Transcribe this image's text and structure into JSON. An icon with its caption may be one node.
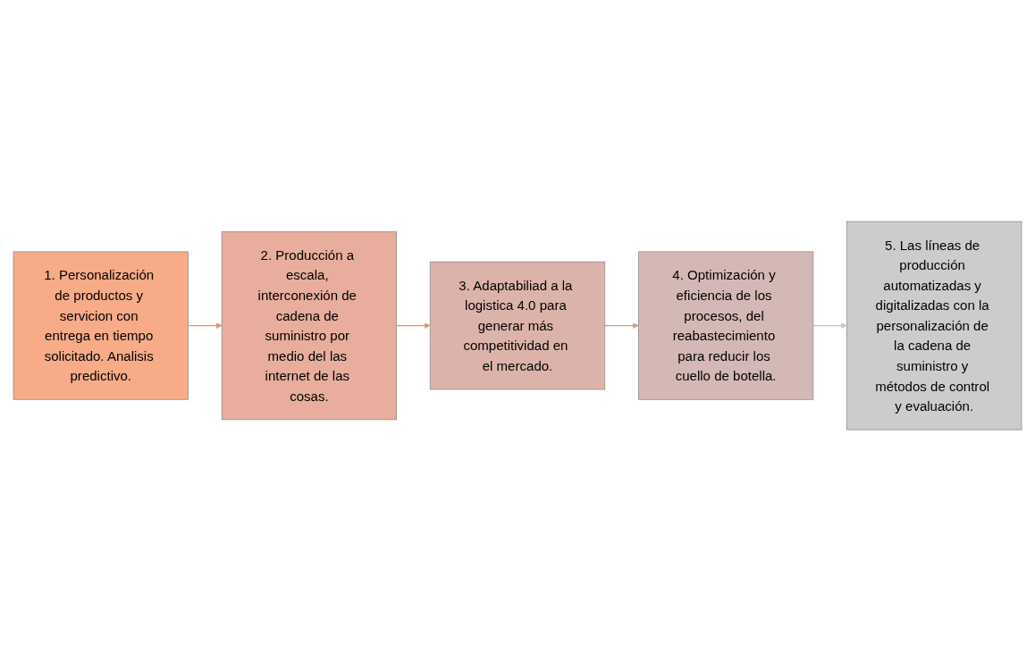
{
  "diagram": {
    "nodes": [
      {
        "text": [
          "1. Personalización de productos y servicion con entrega en tiempo solicitado. Analisis predictivo."
        ]
      },
      {
        "text": [
          "2. Producción a escala, interconexión de cadena de suministro por medio del las internet de las cosas."
        ]
      },
      {
        "text": [
          "3. Adaptabiliad a la logistica 4.0 para generar más competitividad en el mercado."
        ]
      },
      {
        "text": [
          "4. Optimización y eficiencia de los procesos, del reabastecimiento para reducir los cuello de botella."
        ]
      },
      {
        "text": [
          "5. Las líneas de producción automatizadas y digitalizadas con la personalización de la cadena de suministro y métodos de control y evaluación."
        ]
      }
    ],
    "edges": [
      {
        "from": 0,
        "to": 1,
        "arrow": "to"
      },
      {
        "from": 1,
        "to": 2,
        "arrow": "to"
      },
      {
        "from": 2,
        "to": 3,
        "arrow": "to",
        "color": "#d49a88"
      },
      {
        "from": 3,
        "to": 4,
        "arrow": "to",
        "color": "#c8c8c8"
      }
    ]
  }
}
